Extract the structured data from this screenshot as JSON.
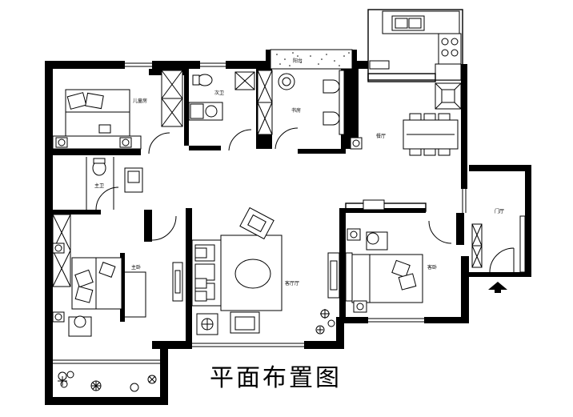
{
  "caption": "平面布置图",
  "rooms": {
    "kids_bedroom": "儿童房",
    "second_bath": "次卫",
    "study": "书房",
    "balcony_top": "阳台",
    "dining": "餐厅",
    "main_bath": "主卫",
    "master_bedroom": "主卧",
    "living": "客厅厅",
    "guest_bedroom": "客卧",
    "entrance": "门厅"
  },
  "colors": {
    "wall": "#000000",
    "background": "#ffffff"
  },
  "icons": {
    "entry_marker": "entry-arrow-icon"
  }
}
